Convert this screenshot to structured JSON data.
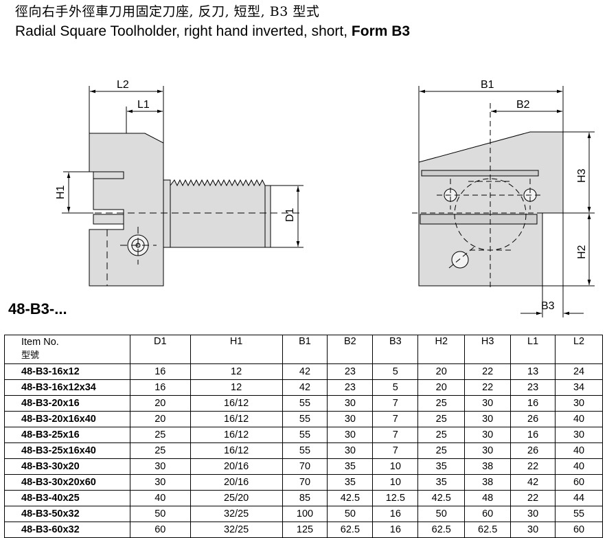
{
  "header": {
    "title_zh": "徑向右手外徑車刀用固定刀座, 反刀, 短型, B3 型式",
    "title_en_normal": "Radial Square Toolholder, right hand inverted, short, ",
    "title_en_bold": "Form B3"
  },
  "drawing": {
    "left_view_labels": {
      "l2": "L2",
      "l1": "L1",
      "h1": "H1",
      "d1": "D1"
    },
    "right_view_labels": {
      "b1": "B1",
      "b2": "B2",
      "b3": "B3",
      "h2": "H2",
      "h3": "H3"
    }
  },
  "series_label": "48-B3-...",
  "table": {
    "item_header": "Item No.",
    "item_header_zh": "型號",
    "columns": [
      "D1",
      "H1",
      "B1",
      "B2",
      "B3",
      "H2",
      "H3",
      "L1",
      "L2"
    ],
    "rows": [
      {
        "item": "48-B3-16x12",
        "values": [
          "16",
          "12",
          "42",
          "23",
          "5",
          "20",
          "22",
          "13",
          "24"
        ]
      },
      {
        "item": "48-B3-16x12x34",
        "values": [
          "16",
          "12",
          "42",
          "23",
          "5",
          "20",
          "22",
          "23",
          "34"
        ]
      },
      {
        "item": "48-B3-20x16",
        "values": [
          "20",
          "16/12",
          "55",
          "30",
          "7",
          "25",
          "30",
          "16",
          "30"
        ]
      },
      {
        "item": "48-B3-20x16x40",
        "values": [
          "20",
          "16/12",
          "55",
          "30",
          "7",
          "25",
          "30",
          "26",
          "40"
        ]
      },
      {
        "item": "48-B3-25x16",
        "values": [
          "25",
          "16/12",
          "55",
          "30",
          "7",
          "25",
          "30",
          "16",
          "30"
        ]
      },
      {
        "item": "48-B3-25x16x40",
        "values": [
          "25",
          "16/12",
          "55",
          "30",
          "7",
          "25",
          "30",
          "26",
          "40"
        ]
      },
      {
        "item": "48-B3-30x20",
        "values": [
          "30",
          "20/16",
          "70",
          "35",
          "10",
          "35",
          "38",
          "22",
          "40"
        ]
      },
      {
        "item": "48-B3-30x20x60",
        "values": [
          "30",
          "20/16",
          "70",
          "35",
          "10",
          "35",
          "38",
          "42",
          "60"
        ]
      },
      {
        "item": "48-B3-40x25",
        "values": [
          "40",
          "25/20",
          "85",
          "42.5",
          "12.5",
          "42.5",
          "48",
          "22",
          "44"
        ]
      },
      {
        "item": "48-B3-50x32",
        "values": [
          "50",
          "32/25",
          "100",
          "50",
          "16",
          "50",
          "60",
          "30",
          "55"
        ]
      },
      {
        "item": "48-B3-60x32",
        "values": [
          "60",
          "32/25",
          "125",
          "62.5",
          "16",
          "62.5",
          "62.5",
          "30",
          "60"
        ]
      }
    ]
  }
}
